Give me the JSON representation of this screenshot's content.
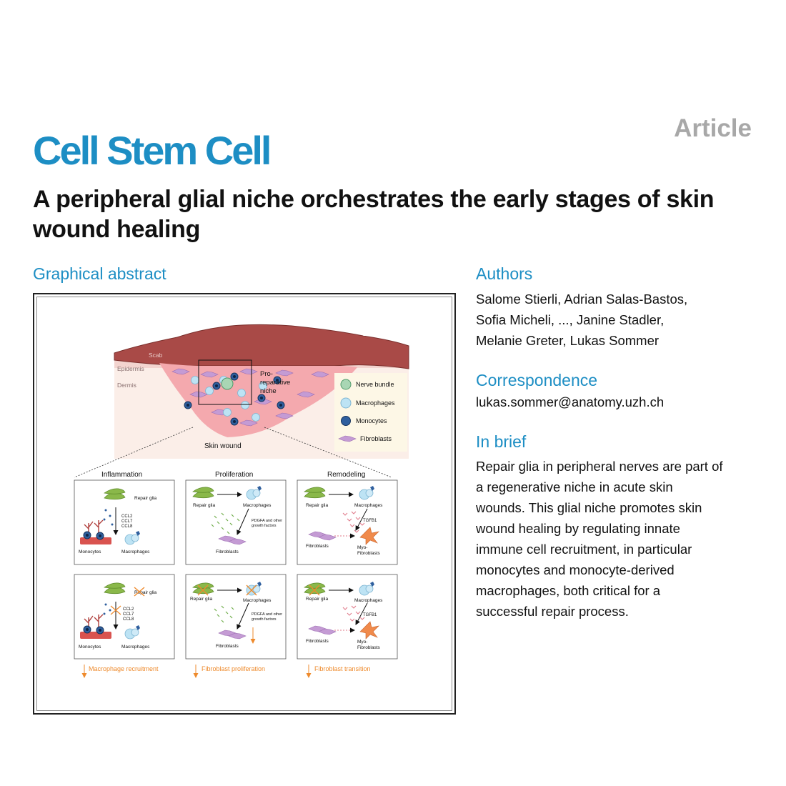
{
  "header": {
    "journal": "Cell Stem Cell",
    "article_type": "Article",
    "title": "A peripheral glial niche orchestrates the early stages of skin wound healing"
  },
  "graphical_abstract": {
    "heading": "Graphical abstract",
    "layers": {
      "scab": "Scab",
      "epidermis": "Epidermis",
      "dermis": "Dermis"
    },
    "niche_label_1": "Pro-",
    "niche_label_2": "reparative",
    "niche_label_3": "niche",
    "wound_label": "Skin wound",
    "legend": {
      "nerve_bundle": "Nerve bundle",
      "macrophages": "Macrophages",
      "monocytes": "Monocytes",
      "fibroblasts": "Fibroblasts"
    },
    "stages": {
      "inflammation": "Inflammation",
      "proliferation": "Proliferation",
      "remodeling": "Remodeling"
    },
    "cells": {
      "repair_glia": "Repair glia",
      "macrophages": "Macrophages",
      "monocytes": "Monocytes",
      "fibroblasts": "Fibroblasts",
      "myo_1": "Myo-",
      "myo_2": "Fibroblasts"
    },
    "factors": {
      "ccl2": "CCL2",
      "ccl7": "CCL7",
      "ccl8": "CCL8",
      "pdgfa_1": "PDGFA and other",
      "pdgfa_2": "growth factors",
      "tgfb1": "TGFB1"
    },
    "outcomes": {
      "macrophage": "Macrophage recruitment",
      "fibroblast_prolif": "Fibroblast proliferation",
      "fibroblast_trans": "Fibroblast transition"
    },
    "colors": {
      "accent_orange": "#ee8a2c",
      "glia_green": "#8ab84a",
      "fibroblast_purple": "#c49bd4",
      "macrophage_blue": "#bde3f4",
      "monocyte_blue": "#2f5f9e"
    }
  },
  "authors": {
    "heading": "Authors",
    "line1": "Salome Stierli, Adrian Salas-Bastos,",
    "line2": "Sofia Micheli, ..., Janine Stadler,",
    "line3": "Melanie Greter, Lukas Sommer"
  },
  "correspondence": {
    "heading": "Correspondence",
    "email": "lukas.sommer@anatomy.uzh.ch"
  },
  "in_brief": {
    "heading": "In brief",
    "lines": [
      "Repair glia in peripheral nerves are part of",
      "a regenerative niche in acute skin",
      "wounds. This glial niche promotes skin",
      "wound healing by regulating innate",
      "immune cell recruitment, in particular",
      "monocytes and monocyte-derived",
      "macrophages, both critical for a",
      "successful repair process."
    ]
  }
}
